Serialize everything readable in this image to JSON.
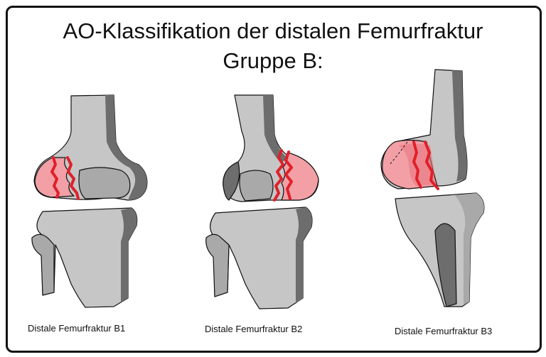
{
  "title": {
    "line1": "AO-Klassifikation der distalen Femurfraktur",
    "line2": "Gruppe B:"
  },
  "figures": [
    {
      "id": "b1",
      "caption": "Distale Femurfraktur B1"
    },
    {
      "id": "b2",
      "caption": "Distale Femurfraktur B2"
    },
    {
      "id": "b3",
      "caption": "Distale Femurfraktur B3"
    }
  ],
  "colors": {
    "bone_light": "#c6c6c6",
    "bone_mid": "#a9a9a9",
    "bone_dark": "#6d6d6d",
    "fragment": "#f2a0a6",
    "fracture_line": "#e0202a",
    "outline": "#111111"
  }
}
